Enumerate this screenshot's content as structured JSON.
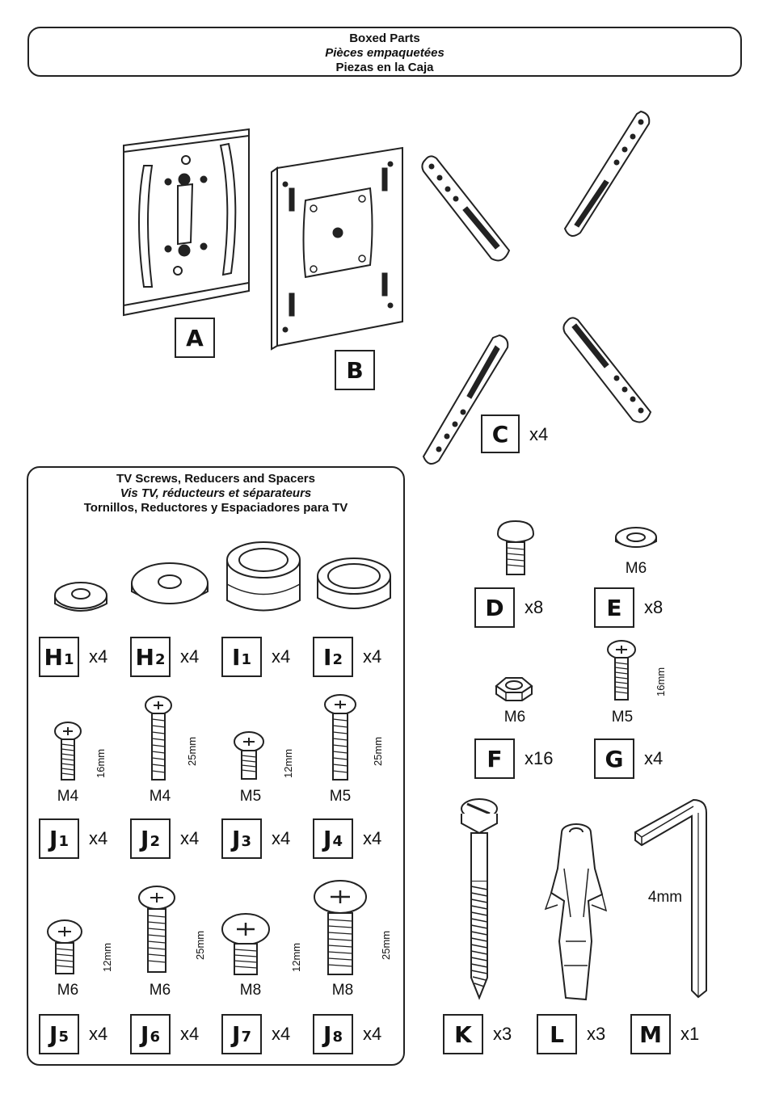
{
  "header": {
    "line1": "Boxed Parts",
    "line2": "Pièces empaquetées",
    "line3": "Piezas en la Caja"
  },
  "tv_panel": {
    "line1": "TV Screws, Reducers and Spacers",
    "line2": "Vis TV, réducteurs et séparateurs",
    "line3": "Tornillos, Reductores y Espaciadores para TV"
  },
  "parts": {
    "A": {
      "letter": "A"
    },
    "B": {
      "letter": "B"
    },
    "C": {
      "letter": "C",
      "qty": "x4"
    },
    "D": {
      "letter": "D",
      "qty": "x8"
    },
    "E": {
      "letter": "E",
      "qty": "x8",
      "size": "M6"
    },
    "F": {
      "letter": "F",
      "qty": "x16",
      "size": "M6"
    },
    "G": {
      "letter": "G",
      "qty": "x4",
      "size": "M5",
      "length": "16mm"
    },
    "H1": {
      "letter": "H",
      "sub": "1",
      "qty": "x4"
    },
    "H2": {
      "letter": "H",
      "sub": "2",
      "qty": "x4"
    },
    "I1": {
      "letter": "I",
      "sub": "1",
      "qty": "x4"
    },
    "I2": {
      "letter": "I",
      "sub": "2",
      "qty": "x4"
    },
    "J1": {
      "letter": "J",
      "sub": "1",
      "qty": "x4",
      "size": "M4",
      "length": "16mm"
    },
    "J2": {
      "letter": "J",
      "sub": "2",
      "qty": "x4",
      "size": "M4",
      "length": "25mm"
    },
    "J3": {
      "letter": "J",
      "sub": "3",
      "qty": "x4",
      "size": "M5",
      "length": "12mm"
    },
    "J4": {
      "letter": "J",
      "sub": "4",
      "qty": "x4",
      "size": "M5",
      "length": "25mm"
    },
    "J5": {
      "letter": "J",
      "sub": "5",
      "qty": "x4",
      "size": "M6",
      "length": "12mm"
    },
    "J6": {
      "letter": "J",
      "sub": "6",
      "qty": "x4",
      "size": "M6",
      "length": "25mm"
    },
    "J7": {
      "letter": "J",
      "sub": "7",
      "qty": "x4",
      "size": "M8",
      "length": "12mm"
    },
    "J8": {
      "letter": "J",
      "sub": "8",
      "qty": "x4",
      "size": "M8",
      "length": "25mm"
    },
    "K": {
      "letter": "K",
      "qty": "x3"
    },
    "L": {
      "letter": "L",
      "qty": "x3"
    },
    "M": {
      "letter": "M",
      "qty": "x1",
      "size": "4mm"
    }
  }
}
